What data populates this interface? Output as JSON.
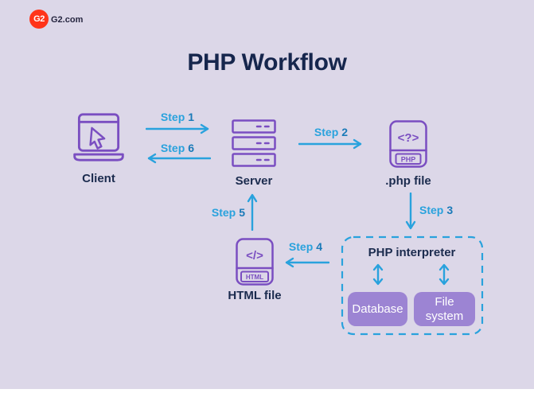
{
  "brand": {
    "logo_text": "G2",
    "site_label": "G2.com",
    "logo_color": "#ff3419"
  },
  "title": "PHP Workflow",
  "nodes": {
    "client": {
      "label": "Client"
    },
    "server": {
      "label": "Server"
    },
    "php_file": {
      "label": ".php file",
      "glyph": "<?>",
      "badge": "PHP"
    },
    "html_file": {
      "label": "HTML file",
      "glyph": "</>",
      "badge": "HTML"
    },
    "interpreter": {
      "label": "PHP interpreter"
    },
    "database": {
      "label": "Database"
    },
    "file_system": {
      "label": "File system"
    }
  },
  "steps": [
    {
      "label": "Step",
      "num": "1"
    },
    {
      "label": "Step",
      "num": "2"
    },
    {
      "label": "Step",
      "num": "3"
    },
    {
      "label": "Step",
      "num": "4"
    },
    {
      "label": "Step",
      "num": "5"
    },
    {
      "label": "Step",
      "num": "6"
    }
  ],
  "colors": {
    "background": "#dcd7e8",
    "outline_purple": "#7a4ec1",
    "arrow_blue": "#29a2dd",
    "step_number_blue": "#1a7ab8",
    "navy_text": "#1b2b4e",
    "box_purple": "#9c84d3",
    "box_text": "#ffffff",
    "logo_red": "#ff3419"
  }
}
